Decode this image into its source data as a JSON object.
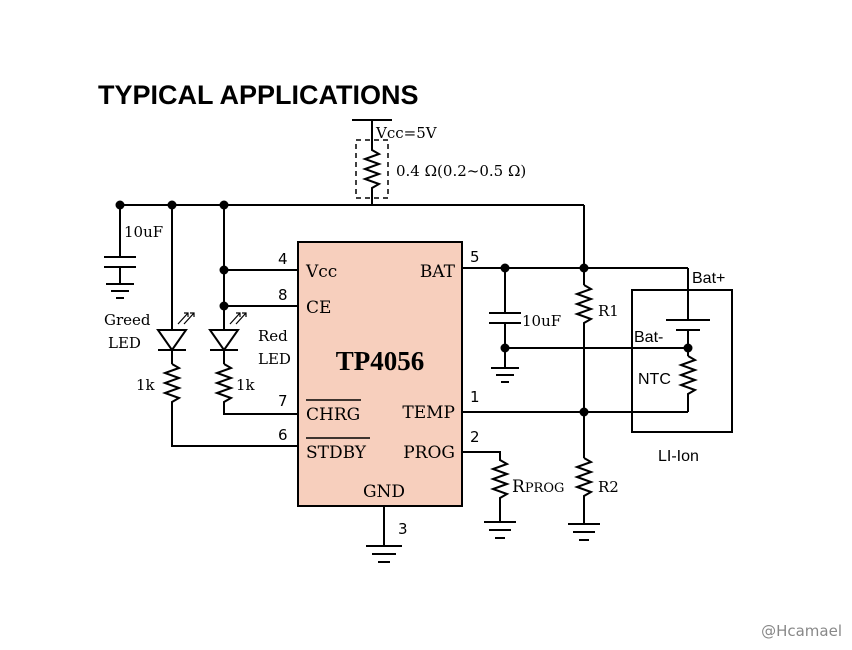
{
  "title": "TYPICAL APPLICATIONS",
  "supply": {
    "vcc": "Vcc=5V",
    "sense_resistor": "0.4 Ω(0.2~0.5 Ω)"
  },
  "chip": {
    "name": "TP4056",
    "pins": {
      "vcc": "Vcc",
      "ce": "CE",
      "chrg": "CHRG",
      "stdby": "STDBY",
      "bat": "BAT",
      "temp": "TEMP",
      "prog": "PROG",
      "gnd": "GND"
    },
    "pin_numbers": {
      "p4": "4",
      "p8": "8",
      "p7": "7",
      "p6": "6",
      "p5": "5",
      "p1": "1",
      "p2": "2",
      "p3": "3"
    }
  },
  "components": {
    "c_in": "10uF",
    "c_out": "10uF",
    "led_green_1": "Greed",
    "led_green_2": "LED",
    "led_red_1": "Red",
    "led_red_2": "LED",
    "r_green": "1k",
    "r_red": "1k",
    "r1": "R1",
    "r2": "R2",
    "rprog_main": "R",
    "rprog_sub": "PROG"
  },
  "battery": {
    "bat_plus": "Bat+",
    "bat_minus": "Bat-",
    "ntc": "NTC",
    "name": "LI-Ion"
  },
  "watermark": "@Hcamael"
}
